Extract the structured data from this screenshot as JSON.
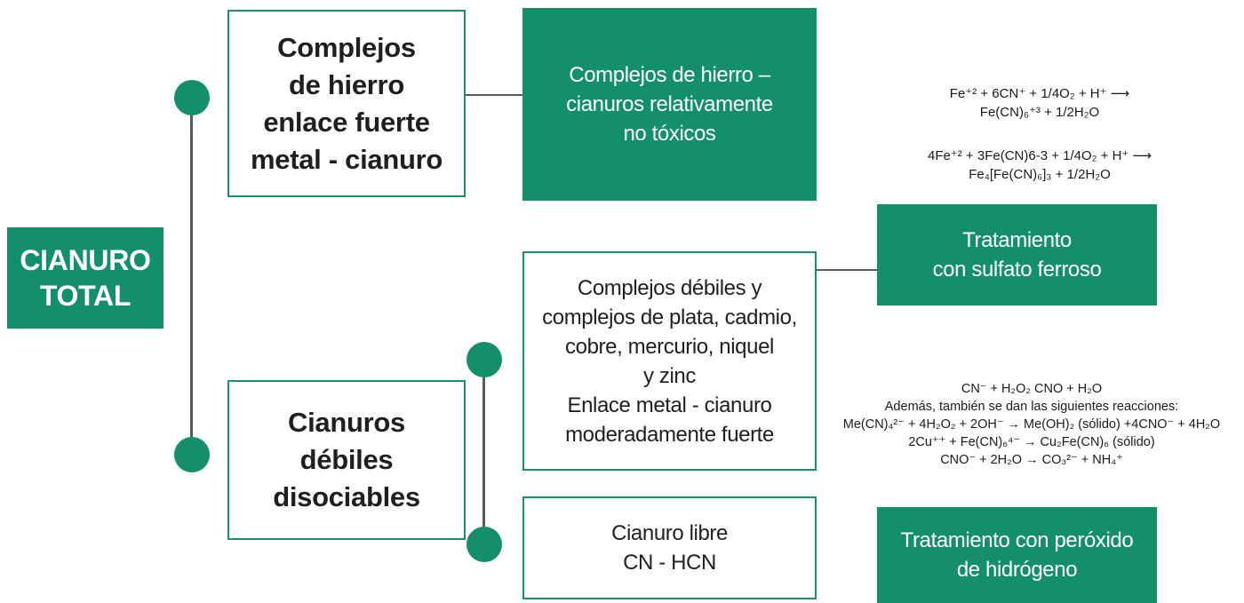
{
  "root": {
    "lines": [
      "CIANURO",
      "TOTAL"
    ]
  },
  "strong_complexes": {
    "lines": [
      "Complejos",
      "de hierro",
      "enlace fuerte",
      "metal - cianuro"
    ]
  },
  "weak_dissociable": {
    "lines": [
      "Cianuros",
      "débiles",
      "disociables"
    ]
  },
  "iron_complexes": {
    "lines": [
      "Complejos de hierro –",
      "cianuros relativamente",
      "no tóxicos"
    ]
  },
  "weak_complexes": {
    "lines": [
      "Complejos débiles y",
      "complejos de plata, cadmio,",
      "cobre, mercurio, niquel",
      "y zinc",
      "Enlace metal - cianuro",
      "moderadamente fuerte"
    ]
  },
  "free_cyanide": {
    "lines": [
      "Cianuro libre",
      "CN - HCN"
    ]
  },
  "ferrous_sulfate_treatment": {
    "lines": [
      "Tratamiento",
      "con sulfato ferroso"
    ]
  },
  "peroxide_treatment": {
    "lines": [
      "Tratamiento con peróxido",
      "de hidrógeno"
    ]
  },
  "iron_equations": [
    "Fe⁺² + 6CN⁺ + 1/4O₂ + H⁺ ⟶",
    "Fe(CN)₆⁺³ + 1/2H₂O",
    "4Fe⁺² + 3Fe(CN)6-3 + 1/4O₂ + H⁺ ⟶",
    "Fe₄[Fe(CN)₆]₃ + 1/2H₂O"
  ],
  "peroxide_equations": [
    "CN⁻ + H₂O₂  CNO + H₂O",
    "Además, también se dan las siguientes reacciones:",
    "Me(CN)₄²⁻ + 4H₂O₂ + 2OH⁻ → Me(OH)₂ (sólido) +4CNO⁻ + 4H₂O",
    "2Cu⁺⁺ + Fe(CN)₆⁴⁻ → Cu₂Fe(CN)₆ (sólido)",
    "CNO⁻ + 2H₂O → CO₃²⁻ + NH₄⁺"
  ],
  "colors": {
    "accent": "#148f6c",
    "connector": "#5a5a5a",
    "text": "#1f1f1f"
  }
}
